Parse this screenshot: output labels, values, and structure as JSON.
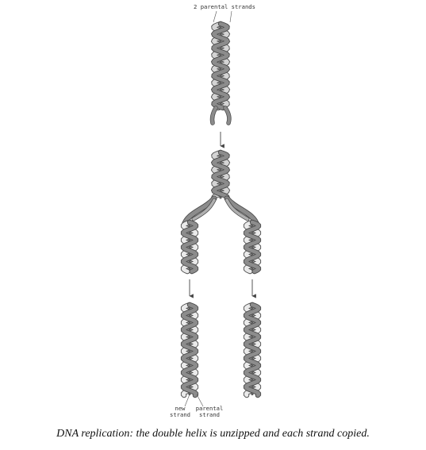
{
  "labels": {
    "parental_strands": "2 parental strands",
    "new_strand_line1": "new",
    "new_strand_line2": "strand",
    "parental_strand_line1": "parental",
    "parental_strand_line2": "strand"
  },
  "caption": "DNA replication: the double helix is unzipped and each strand copied.",
  "colors": {
    "ribbon_front": "#8c8c8c",
    "ribbon_back": "#d4d4d4",
    "new_strand": "#eaeaea",
    "outline": "#4a4a4a",
    "arrow": "#444444"
  }
}
